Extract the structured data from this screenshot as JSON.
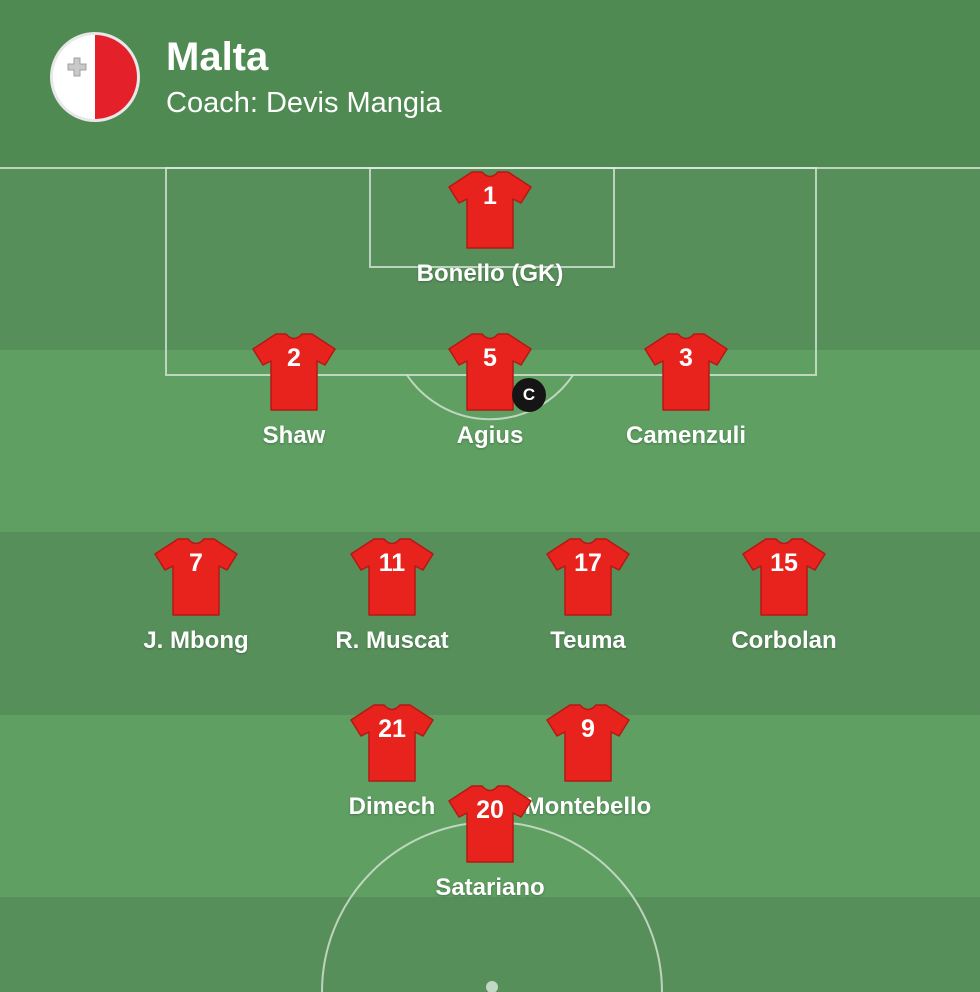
{
  "team": {
    "name": "Malta",
    "coach": "Coach: Devis Mangia",
    "flag_colors": {
      "left": "#ffffff",
      "right": "#e4202a",
      "cross": "#b0b0b0"
    }
  },
  "colors": {
    "shirt": "#e8231d",
    "shirt_shade": "#b51814",
    "pitch_light": "#5f9f62",
    "pitch_dark": "#578f5b",
    "header": "#4f8a53",
    "captain_badge": "#151515"
  },
  "captain_badge": "C",
  "players": [
    {
      "number": "1",
      "name": "Bonello (GK)",
      "captain": false
    },
    {
      "number": "2",
      "name": "Shaw",
      "captain": false
    },
    {
      "number": "5",
      "name": "Agius",
      "captain": true
    },
    {
      "number": "3",
      "name": "Camenzuli",
      "captain": false
    },
    {
      "number": "7",
      "name": "J. Mbong",
      "captain": false
    },
    {
      "number": "11",
      "name": "R. Muscat",
      "captain": false
    },
    {
      "number": "17",
      "name": "Teuma",
      "captain": false
    },
    {
      "number": "15",
      "name": "Corbolan",
      "captain": false
    },
    {
      "number": "21",
      "name": "Dimech",
      "captain": false
    },
    {
      "number": "9",
      "name": "Montebello",
      "captain": false
    },
    {
      "number": "20",
      "name": "Satariano",
      "captain": false
    }
  ]
}
